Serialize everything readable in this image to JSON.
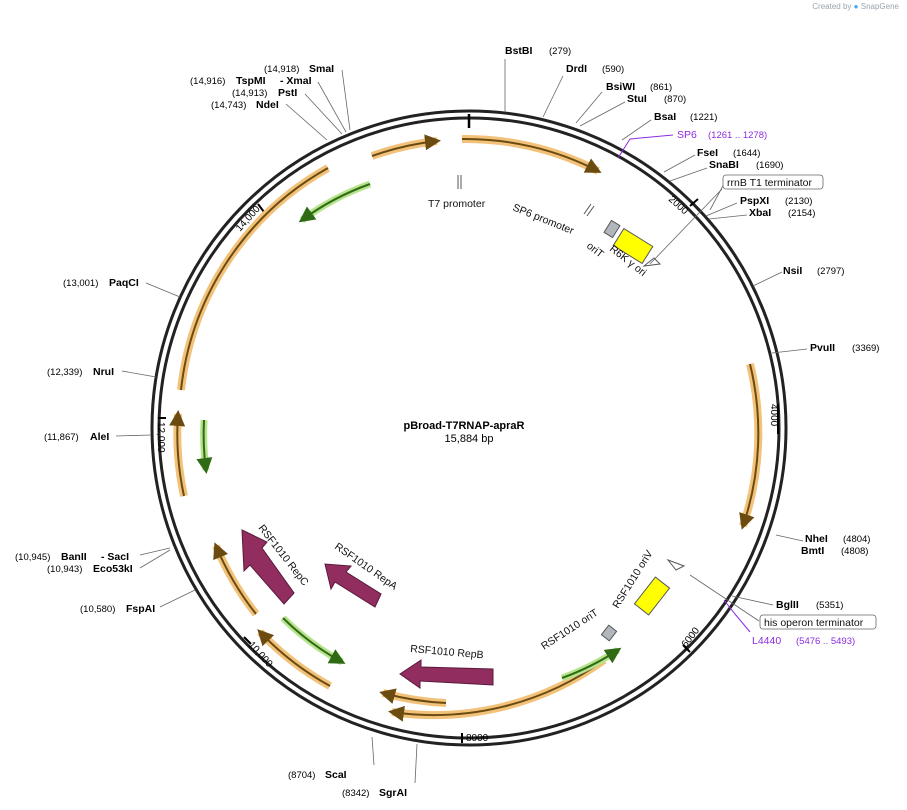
{
  "watermark": {
    "text": "Created by",
    "brand": "SnapGene"
  },
  "plasmid": {
    "name": "pBroad-T7RNAP-apraR",
    "size_label": "15,884 bp",
    "length": 15884
  },
  "colors": {
    "backbone": "#222222",
    "orf_fill": "#f2a93b",
    "orf_stroke": "#6b4b10",
    "green_fill": "#7bc142",
    "green_stroke": "#2f6b15",
    "rep_fill": "#922d60",
    "origin_fill": "#ffff00",
    "promoter_fill": "#c0c0c0",
    "primer": "#8b2be2"
  },
  "ticks": [
    "2000",
    "4000",
    "6000",
    "8000",
    "10,000",
    "12,000",
    "14,000"
  ],
  "sites_right": [
    {
      "name": "BstBI",
      "pos": "(279)"
    },
    {
      "name": "DrdI",
      "pos": "(590)"
    },
    {
      "name": "BsiWI",
      "pos": "(861)"
    },
    {
      "name": "StuI",
      "pos": "(870)"
    },
    {
      "name": "BsaI",
      "pos": "(1221)"
    },
    {
      "name": "FseI",
      "pos": "(1644)"
    },
    {
      "name": "SnaBI",
      "pos": "(1690)"
    },
    {
      "name": "PspXI",
      "pos": "(2130)"
    },
    {
      "name": "XbaI",
      "pos": "(2154)"
    },
    {
      "name": "NsiI",
      "pos": "(2797)"
    },
    {
      "name": "PvuII",
      "pos": "(3369)"
    },
    {
      "name": "NheI",
      "pos": "(4804)"
    },
    {
      "name": "BmtI",
      "pos": "(4808)"
    },
    {
      "name": "BglII",
      "pos": "(5351)"
    },
    {
      "name": "ScaI",
      "pos": "(8704)"
    },
    {
      "name": "SgrAI",
      "pos": "(8342)"
    }
  ],
  "sites_left": [
    {
      "name": "SmaI",
      "pos": "(14,918)"
    },
    {
      "name": "TspMI",
      "pos": "(14,916)",
      "extra": "- XmaI"
    },
    {
      "name": "PstI",
      "pos": "(14,913)"
    },
    {
      "name": "NdeI",
      "pos": "(14,743)"
    },
    {
      "name": "PaqCI",
      "pos": "(13,001)"
    },
    {
      "name": "NruI",
      "pos": "(12,339)"
    },
    {
      "name": "AleI",
      "pos": "(11,867)"
    },
    {
      "name": "BanII",
      "pos": "(10,945)",
      "extra": "- SacI"
    },
    {
      "name": "Eco53kI",
      "pos": "(10,943)"
    },
    {
      "name": "FspAI",
      "pos": "(10,580)"
    }
  ],
  "primers": [
    {
      "name": "SP6",
      "range": "(1261 .. 1278)"
    },
    {
      "name": "L4440",
      "range": "(5476 .. 5493)"
    }
  ],
  "terminators": [
    "rrnB T1 terminator",
    "his operon terminator"
  ],
  "features": {
    "t7_promoter": "T7 promoter",
    "sp6_promoter": "SP6 promoter",
    "orit_top": "oriT",
    "r6k_ori": "R6K γ ori",
    "rsf_orit": "RSF1010 oriT",
    "rsf_oriv": "RSF1010 oriV",
    "rsf_repb": "RSF1010 RepB",
    "rsf_repa": "RSF1010 RepA",
    "rsf_repc": "RSF1010 RepC"
  }
}
